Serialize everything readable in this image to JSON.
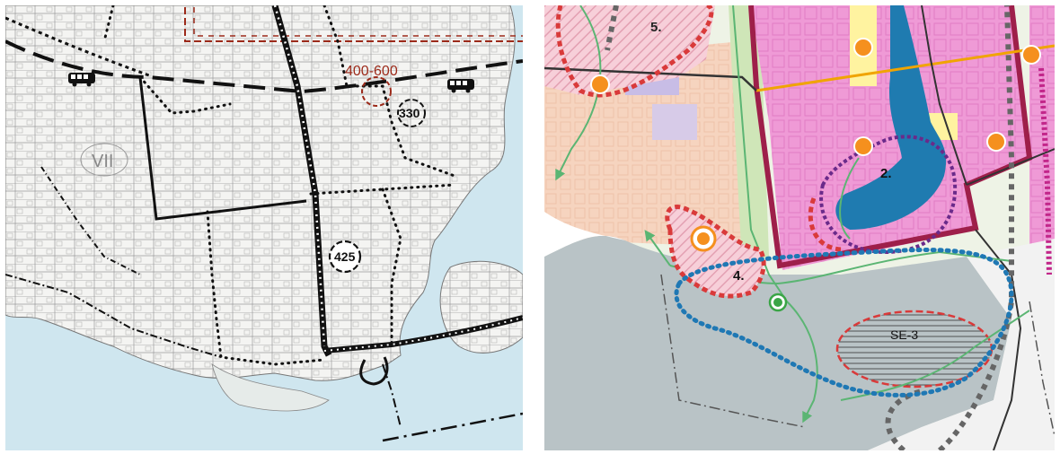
{
  "left_map": {
    "labels": {
      "range_label": "400-600",
      "badge_330": "330",
      "badge_425": "425",
      "district": "VII"
    },
    "colors": {
      "water": "#cfe6ef",
      "land": "#f4f4f2",
      "range_label": "#9c2a1a"
    },
    "icons": [
      "bus-icon",
      "bus-icon"
    ]
  },
  "right_map": {
    "labels": {
      "area_2": "2.",
      "area_4": "4.",
      "area_5": "5.",
      "zone_se3": "SE-3"
    },
    "colors": {
      "water": "#b9c3c6",
      "pink_zone": "#ef9ad6",
      "river": "#1f7bb0",
      "boundary": "#9e1f4a",
      "orange_line": "#f0a400",
      "orange_point": "#f5901e",
      "red_dotted": "#d93a3a",
      "blue_dotted": "#1f78b4",
      "purple_dotted": "#6a2a8a",
      "green_arrow": "#5bb573",
      "green_point": "#3aa546"
    }
  }
}
